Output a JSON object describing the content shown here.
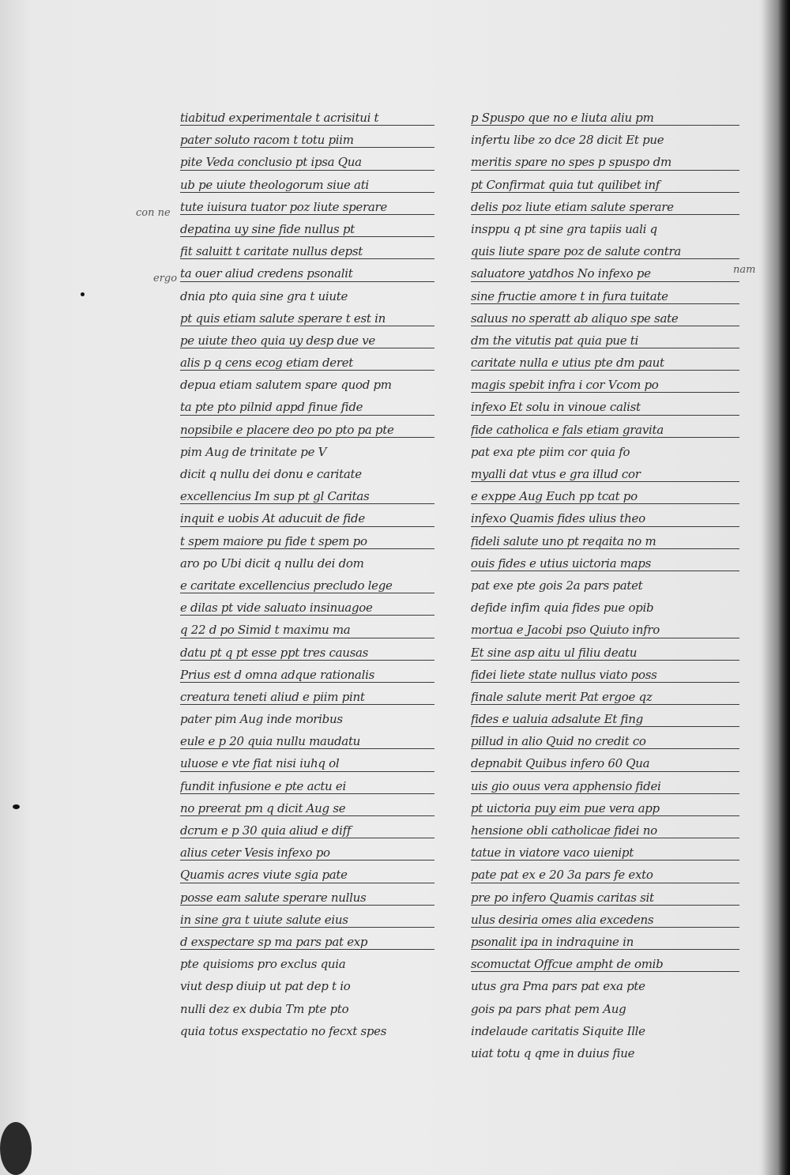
{
  "manuscript": {
    "left_column": [
      "tiabitud experimentale t acrisitui t",
      "pater soluto racom t totu piim",
      "pite Veda conclusio pt ipsa Qua",
      "ub pe uiute theologorum siue ati",
      "tute iuisura tuator poz liute sperare",
      "depatina uy sine fide nullus pt",
      "fit saluitt t caritate nullus depst",
      "ta ouer aliud credens psonalit",
      "dnia pto quia sine gra t uiute",
      "pt quis etiam salute sperare t est in",
      "pe uiute theo quia uy desp due ve",
      "alis p q cens ecog etiam deret",
      "depua etiam salutem spare quod pm",
      "ta pte pto pilnid appd finue fide",
      "nopsibile e placere deo po pto pa pte",
      "pim Aug de trinitate pe V",
      "dicit q nullu dei donu e caritate",
      "excellencius Im sup pt gl Caritas",
      "inquit e uobis At aducuit de fide",
      "t spem maiore pu fide t spem po",
      "aro po Ubi dicit q nullu dei dom",
      "e caritate excellencius precludo lege",
      "e dilas pt vide saluato insinuagoe",
      "q 22 d po Simid t maximu ma",
      "datu pt q pt esse ppt tres causas",
      "Prius est d omna adque rationalis",
      "creatura teneti aliud e piim pint",
      "pater pim Aug inde moribus",
      "eule e p 20 quia nullu maudatu",
      "uluose e vte fiat nisi iuhq ol",
      "fundit infusione e pte actu ei",
      "no preerat pm q dicit Aug se",
      "dcrum e p 30 quia aliud e diff",
      "alius ceter Vesis infexo po",
      "Quamis acres viute sgia pate",
      "posse eam salute sperare nullus",
      "in sine gra t uiute salute eius",
      "d exspectare sp ma pars pat exp",
      "pte quisioms pro exclus quia",
      "viut desp diuip ut pat dep t io",
      "nulli dez ex dubia Tm pte pto",
      "quia totus exspectatio no fecxt spes"
    ],
    "right_column": [
      "p Spuspo que no e liuta aliu pm",
      "infertu libe zo dce 28 dicit Et pue",
      "meritis spare no spes p spuspo dm",
      "pt Confirmat quia tut quilibet inf",
      "delis poz liute etiam salute sperare",
      "insppu q pt sine gra tapiis uali q",
      "quis liute spare poz de salute contra",
      "saluatore yatdhos No infexo pe",
      "sine fructie amore t in fura tuitate",
      "saluus no speratt ab aliquo spe sate",
      "dm the vitutis pat quia pue ti",
      "caritate nulla e utius pte dm paut",
      "magis spebit infra i cor Vcom po",
      "infexo Et solu in vinoue calist",
      "fide catholica e fals etiam gravita",
      "pat exa pte piim cor quia fo",
      "myalli dat vtus e gra illud cor",
      "e exppe Aug Euch pp tcat po",
      "infexo Quamis fides ulius theo",
      "fideli salute uno pt reqaita no m",
      "ouis fides e utius uictoria maps",
      "pat exe pte gois 2a pars patet",
      "defide infim quia fides pue opib",
      "mortua e Jacobi pso Quiuto infro",
      "Et sine asp aitu ul filiu deatu",
      "fidei liete state nullus viato poss",
      "finale salute merit Pat ergoe qz",
      "fides e ualuia adsalute Et fing",
      "pillud in alio Quid no credit co",
      "depnabit Quibus infero 60 Qua",
      "uis gio ouus vera apphensio fidei",
      "pt uictoria puy eim pue vera app",
      "hensione obli catholicae fidei no",
      "tatue in viatore vaco uienipt",
      "pate pat ex e 20 3a pars fe exto",
      "pre po infero Quamis caritas sit",
      "ulus desiria omes alia excedens",
      "psonalit ipa in indraquine in",
      "scomuctat Offcue ampht de omib",
      "utus gra Pma pars pat exa pte",
      "gois pa pars phat pem Aug",
      "indelaude caritatis Siquite Ille",
      "uiat totu q qme in duius fiue"
    ],
    "margin_left_notes": [
      "con ne",
      "ergo"
    ],
    "margin_right_note": "nam"
  }
}
